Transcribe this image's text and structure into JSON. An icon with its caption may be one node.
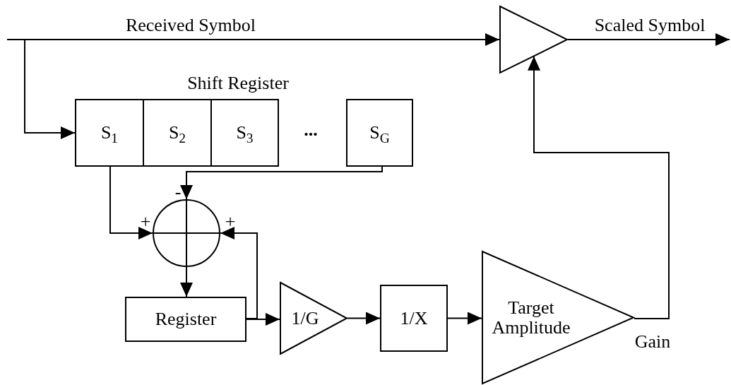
{
  "diagram": {
    "nodes": [
      {
        "text": [],
        "shape": "triangle"
      },
      {
        "text": [
          "S$_{1}$"
        ]
      },
      {
        "text": [
          "S$_{2}$"
        ]
      },
      {
        "text": [
          "S$_{3}$"
        ]
      },
      {
        "text": [
          "S$_{G}$"
        ]
      },
      {
        "text": [],
        "shape": "circle"
      },
      {
        "text": [
          "Register"
        ]
      },
      {
        "text": [
          "1/G"
        ]
      },
      {
        "text": [
          "1/X"
        ]
      },
      {
        "text": [
          "Target Amplitude"
        ]
      }
    ],
    "edges": [
      {
        "from": null,
        "to": 0,
        "arrow": "to",
        "label": "Received Symbol"
      },
      {
        "from": 0,
        "to": null,
        "arrow": "to",
        "label": "Scaled Symbol"
      },
      {
        "from": null,
        "to": 1,
        "arrow": "to"
      },
      {
        "from": 1,
        "to": 5,
        "arrow": "to",
        "label": "+"
      },
      {
        "from": 4,
        "to": 5,
        "arrow": "to",
        "label": "-"
      },
      {
        "from": 6,
        "to": 5,
        "arrow": "to",
        "label": "+"
      },
      {
        "from": 5,
        "to": 6,
        "arrow": "to"
      },
      {
        "from": 6,
        "to": 7,
        "arrow": "to"
      },
      {
        "from": 7,
        "to": 8,
        "arrow": "to"
      },
      {
        "from": 8,
        "to": 9,
        "arrow": "to"
      },
      {
        "from": 9,
        "to": 0,
        "arrow": "to",
        "label": "Gain"
      }
    ],
    "labels": [
      "Shift Register",
      "..."
    ]
  }
}
